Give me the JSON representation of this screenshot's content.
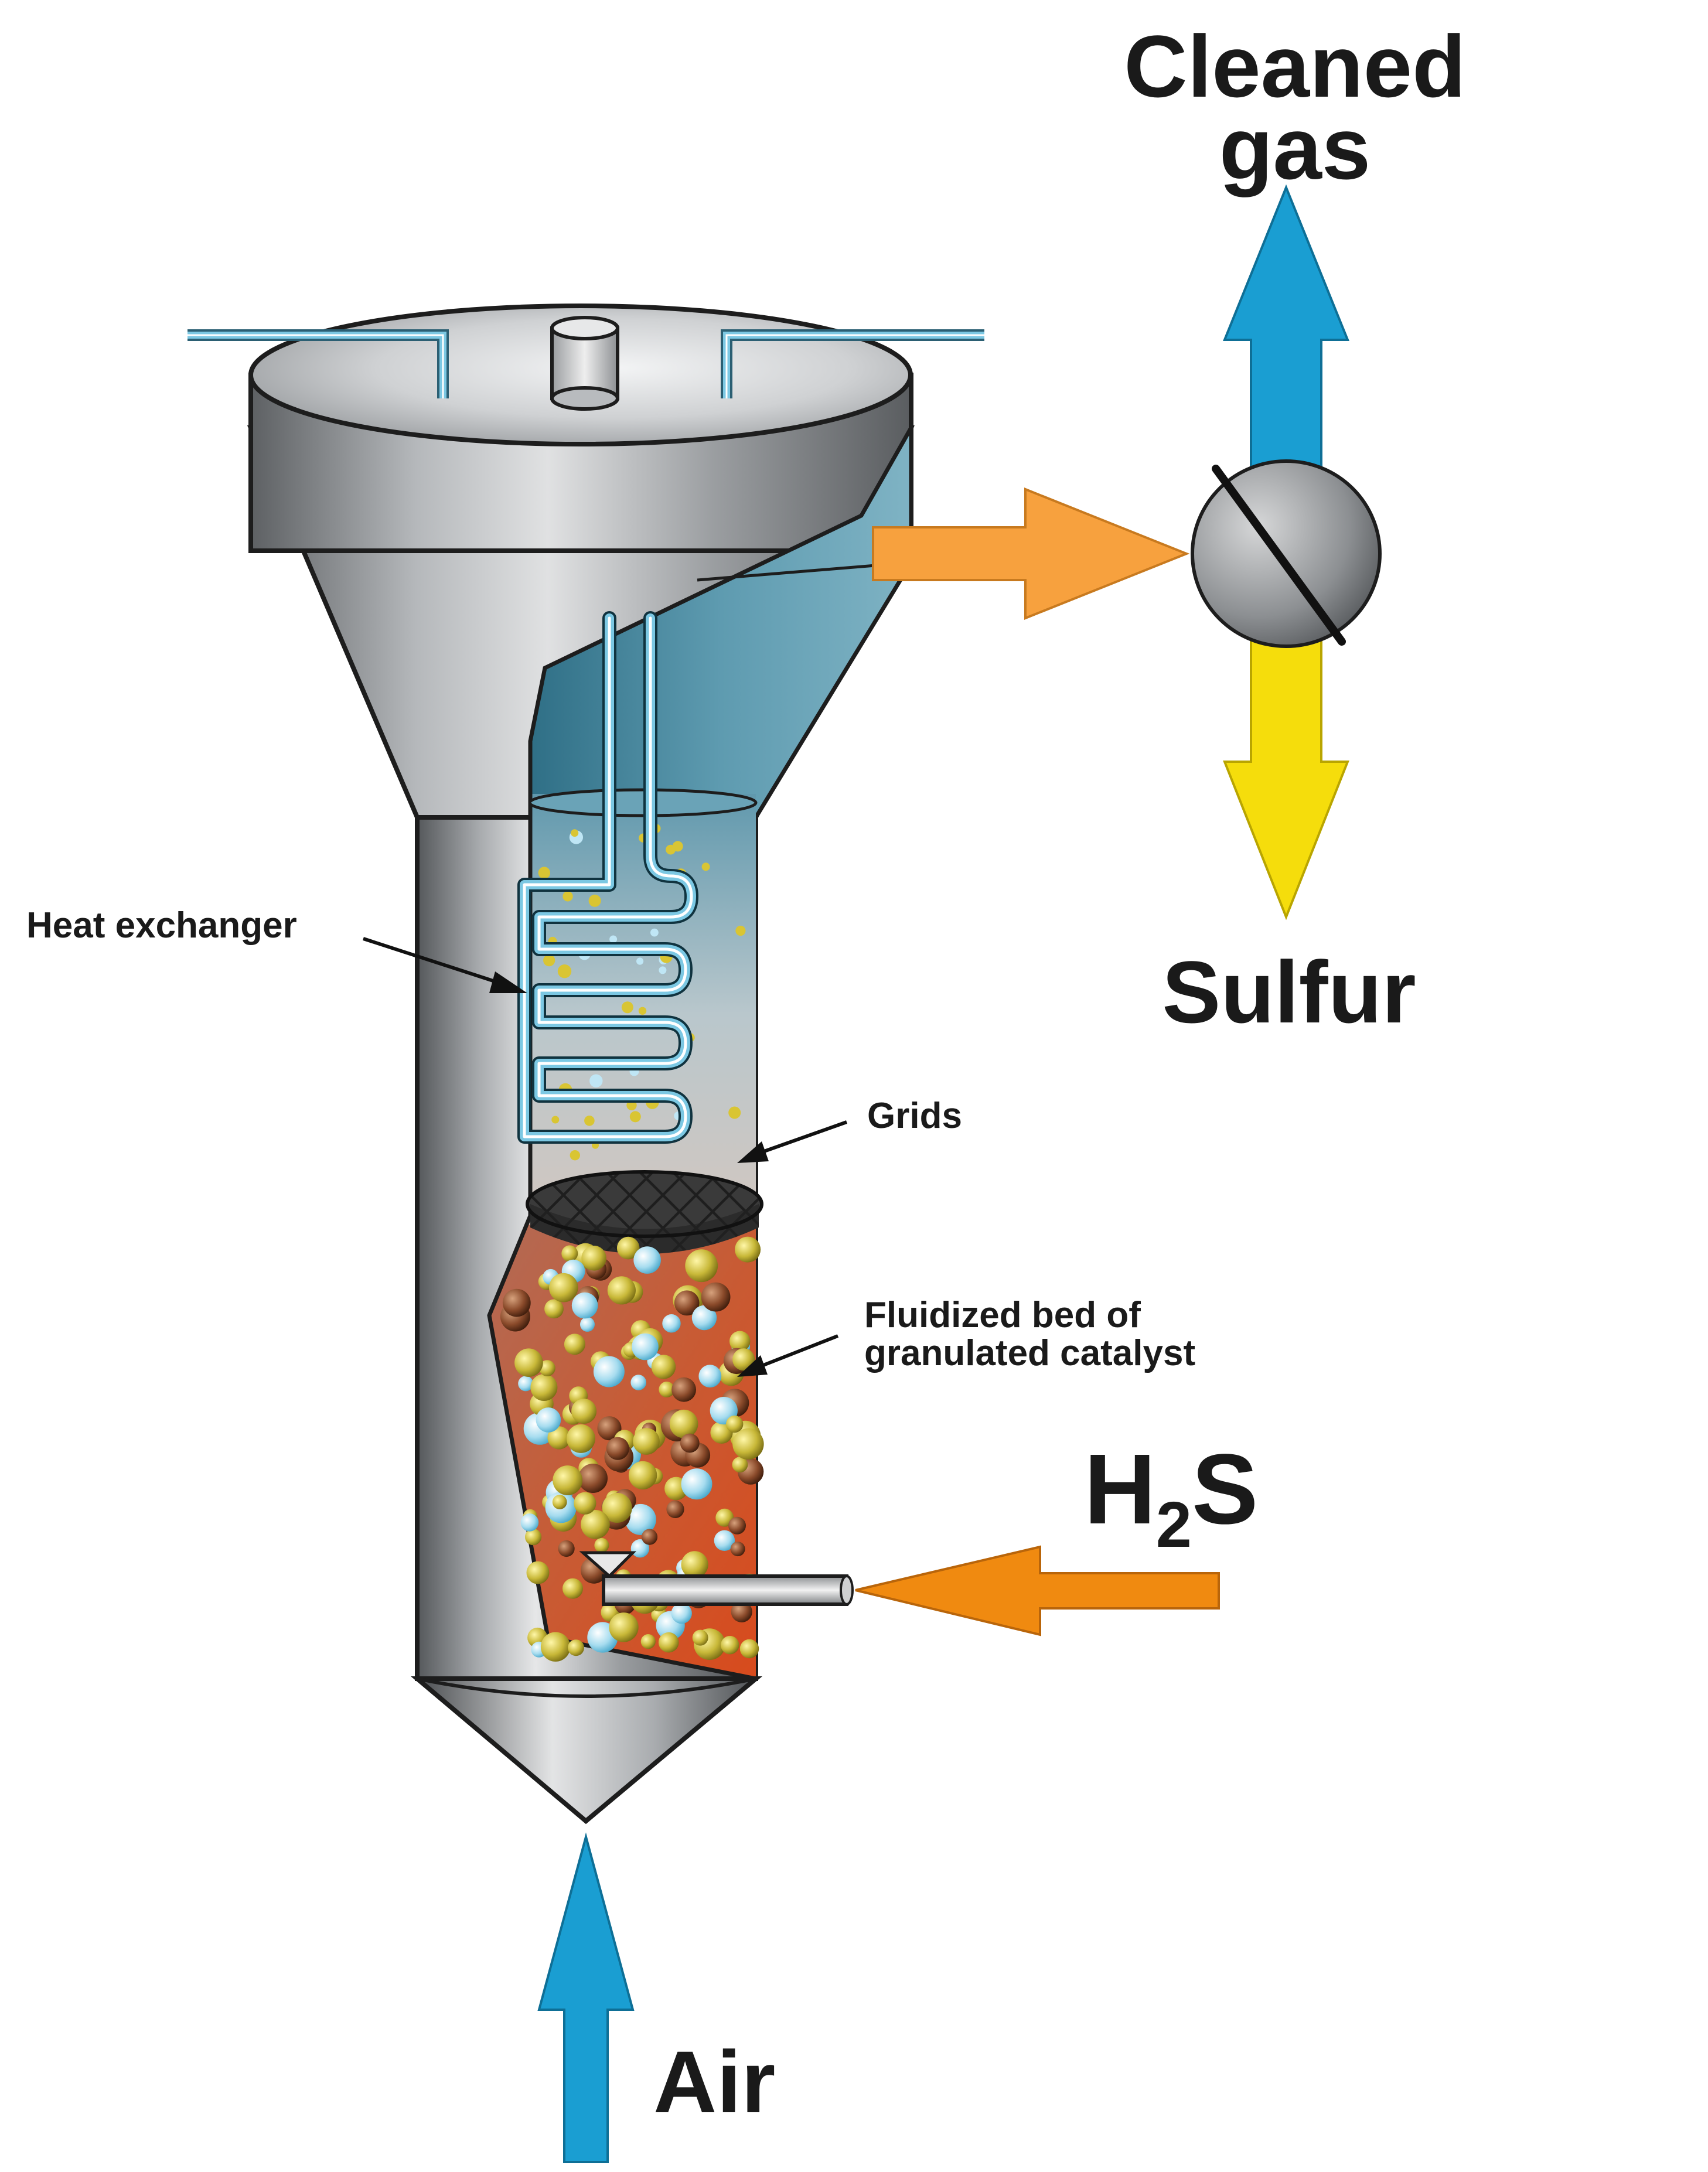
{
  "labels": {
    "cleaned_gas_line1": "Cleaned",
    "cleaned_gas_line2": "gas",
    "sulfur": "Sulfur",
    "h2s_h": "H",
    "h2s_sub": "2",
    "h2s_s": "S",
    "air": "Air",
    "heat_exchanger": "Heat exchanger",
    "grids": "Grids",
    "fluidized_line1": "Fluidized bed of",
    "fluidized_line2": "granulated catalyst"
  },
  "colors": {
    "air_arrow": "#1a9ed2",
    "cleaned_gas_arrow": "#1a9ed2",
    "sulfur_arrow": "#f5dd0c",
    "h2s_arrow": "#f08a10",
    "outlet_arrow": "#f7a13e",
    "vessel_gray": "#8f9295",
    "vessel_cut_blue": "#4e8ea3",
    "catalyst_bed": "#c6542f",
    "coil_blue": "#5fb8d8"
  }
}
